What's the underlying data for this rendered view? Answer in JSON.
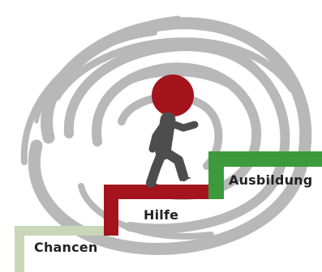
{
  "colors": {
    "background": "#ffffff",
    "scribble": "#b8b8b8",
    "figure_body": "#4d4d4d",
    "figure_head": "#a3141d",
    "step_low": "#c9d6b8",
    "step_mid": "#a3141d",
    "step_high": "#3c9a3c",
    "text": "#222222"
  },
  "icons": {
    "scribble": "scribble-swirl-icon",
    "figure": "walking-person-icon"
  },
  "steps": [
    {
      "label": "Chancen"
    },
    {
      "label": "Hilfe"
    },
    {
      "label": "Ausbildung"
    }
  ]
}
